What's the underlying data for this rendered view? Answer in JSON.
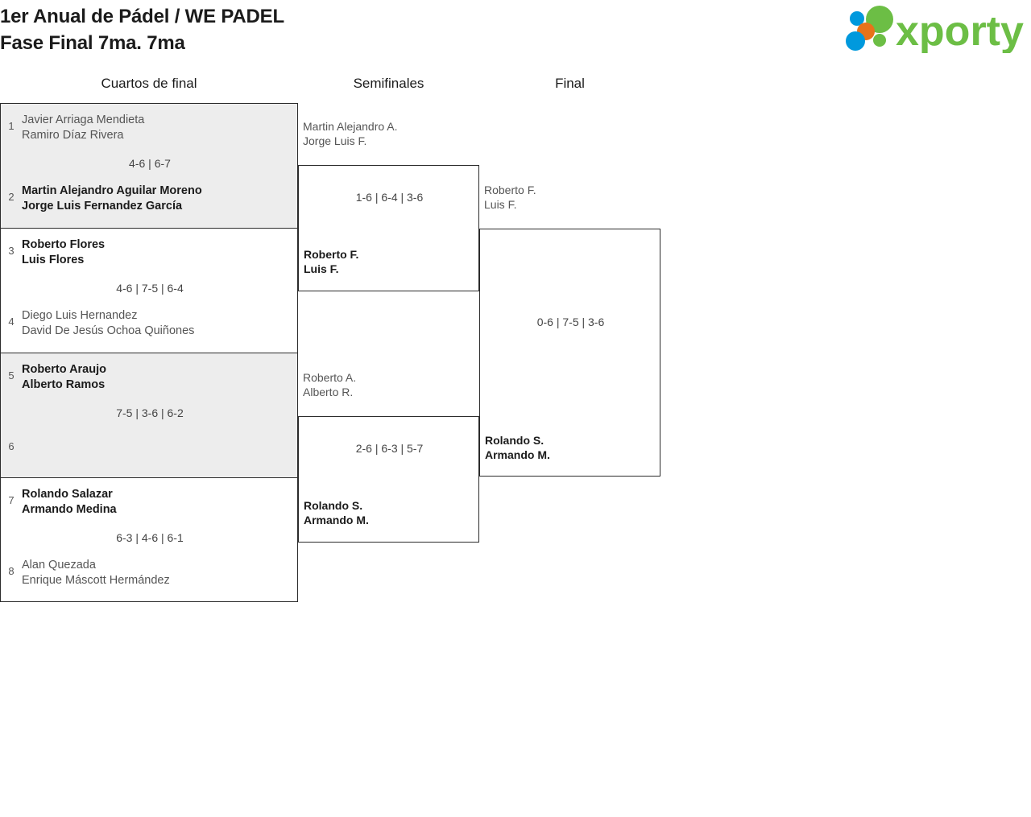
{
  "header": {
    "title_line1": "1er Anual de Pádel / WE PADEL",
    "title_line2": "Fase Final 7ma. 7ma",
    "logo": {
      "name": "xporty-logo",
      "wordmark": "xporty",
      "colors": {
        "green": "#6cbe45",
        "blue": "#0099dd",
        "orange": "#e8731a"
      }
    }
  },
  "rounds": [
    {
      "label": "Cuartos de final"
    },
    {
      "label": "Semifinales"
    },
    {
      "label": "Final"
    }
  ],
  "colors": {
    "shade": "#ededed",
    "border": "#2b2b2b",
    "winner_text": "#1b1b1b",
    "loser_text": "#555555"
  },
  "quarterfinals": [
    {
      "shaded": true,
      "top": {
        "seed": "1",
        "player1": "Javier Arriaga Mendieta",
        "player2": "Ramiro Díaz Rivera",
        "winner": false
      },
      "bottom": {
        "seed": "2",
        "player1": "Martin Alejandro Aguilar Moreno",
        "player2": "Jorge Luis Fernandez García",
        "winner": true
      },
      "score": "4-6 | 6-7"
    },
    {
      "shaded": false,
      "top": {
        "seed": "3",
        "player1": "Roberto Flores",
        "player2": "Luis Flores",
        "winner": true
      },
      "bottom": {
        "seed": "4",
        "player1": "Diego Luis Hernandez",
        "player2": "David De Jesús Ochoa Quiñones",
        "winner": false
      },
      "score": "4-6 | 7-5 | 6-4"
    },
    {
      "shaded": true,
      "top": {
        "seed": "5",
        "player1": "Roberto Araujo",
        "player2": "Alberto Ramos",
        "winner": true
      },
      "bottom": {
        "seed": "6",
        "player1": "",
        "player2": "",
        "winner": false
      },
      "score": "7-5 | 3-6 | 6-2"
    },
    {
      "shaded": false,
      "top": {
        "seed": "7",
        "player1": "Rolando Salazar",
        "player2": "Armando Medina",
        "winner": true
      },
      "bottom": {
        "seed": "8",
        "player1": "Alan Quezada",
        "player2": "Enrique Máscott Hermández",
        "winner": false
      },
      "score": "6-3 | 4-6 | 6-1"
    }
  ],
  "semifinals": [
    {
      "loser": {
        "player1": "Martin Alejandro A.",
        "player2": "Jorge Luis F."
      },
      "winner": {
        "player1": "Roberto F.",
        "player2": "Luis F."
      },
      "score": "1-6 | 6-4 | 3-6"
    },
    {
      "loser": {
        "player1": "Roberto A.",
        "player2": "Alberto R."
      },
      "winner": {
        "player1": "Rolando S.",
        "player2": "Armando M."
      },
      "score": "2-6 | 6-3 | 5-7"
    }
  ],
  "final": {
    "loser": {
      "player1": "Roberto F.",
      "player2": "Luis F."
    },
    "winner": {
      "player1": "Rolando S.",
      "player2": "Armando M."
    },
    "score": "0-6 | 7-5 | 3-6"
  }
}
